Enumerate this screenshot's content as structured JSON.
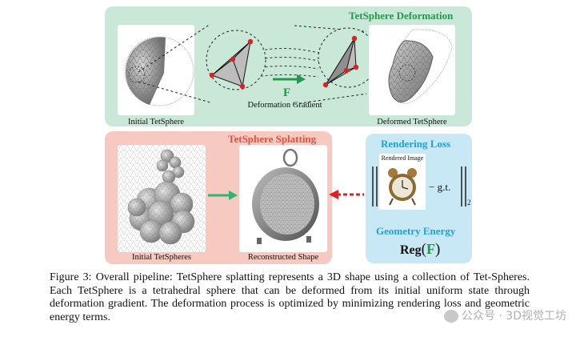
{
  "deformation": {
    "title": "TetSphere Deformation",
    "initial_caption": "Initial TetSphere",
    "deformed_caption": "Deformed TetSphere",
    "gradient_symbol": "F",
    "gradient_label": "Deformation Gradient",
    "title_color": "#1f9a4c",
    "panel_color": "#c9e8d7"
  },
  "splatting": {
    "title": "TetSphere Splatting",
    "initial_caption": "Initial TetSpheres",
    "reconstructed_caption": "Reconstructed Shape",
    "title_color": "#e0533d",
    "panel_color": "#f6c9c1"
  },
  "loss": {
    "rendering_title": "Rendering Loss",
    "rendered_image_label": "Rendered Image",
    "minus_gt": "− g.t.",
    "norm_subscript": "2",
    "geometry_title": "Geometry Energy",
    "reg_label": "Reg",
    "reg_symbol": "F",
    "title_color": "#1aa3d8",
    "panel_color": "#c9e8f5"
  },
  "caption": "Figure 3: Overall pipeline: TetSphere splatting represents a 3D shape using a collection of Tet-Spheres. Each TetSphere is a tetrahedral sphere that can be deformed from its initial uniform state through deformation gradient. The deformation process is optimized by minimizing rendering loss and geometric energy terms.",
  "watermark": "公众号 · 3D视觉工坊"
}
